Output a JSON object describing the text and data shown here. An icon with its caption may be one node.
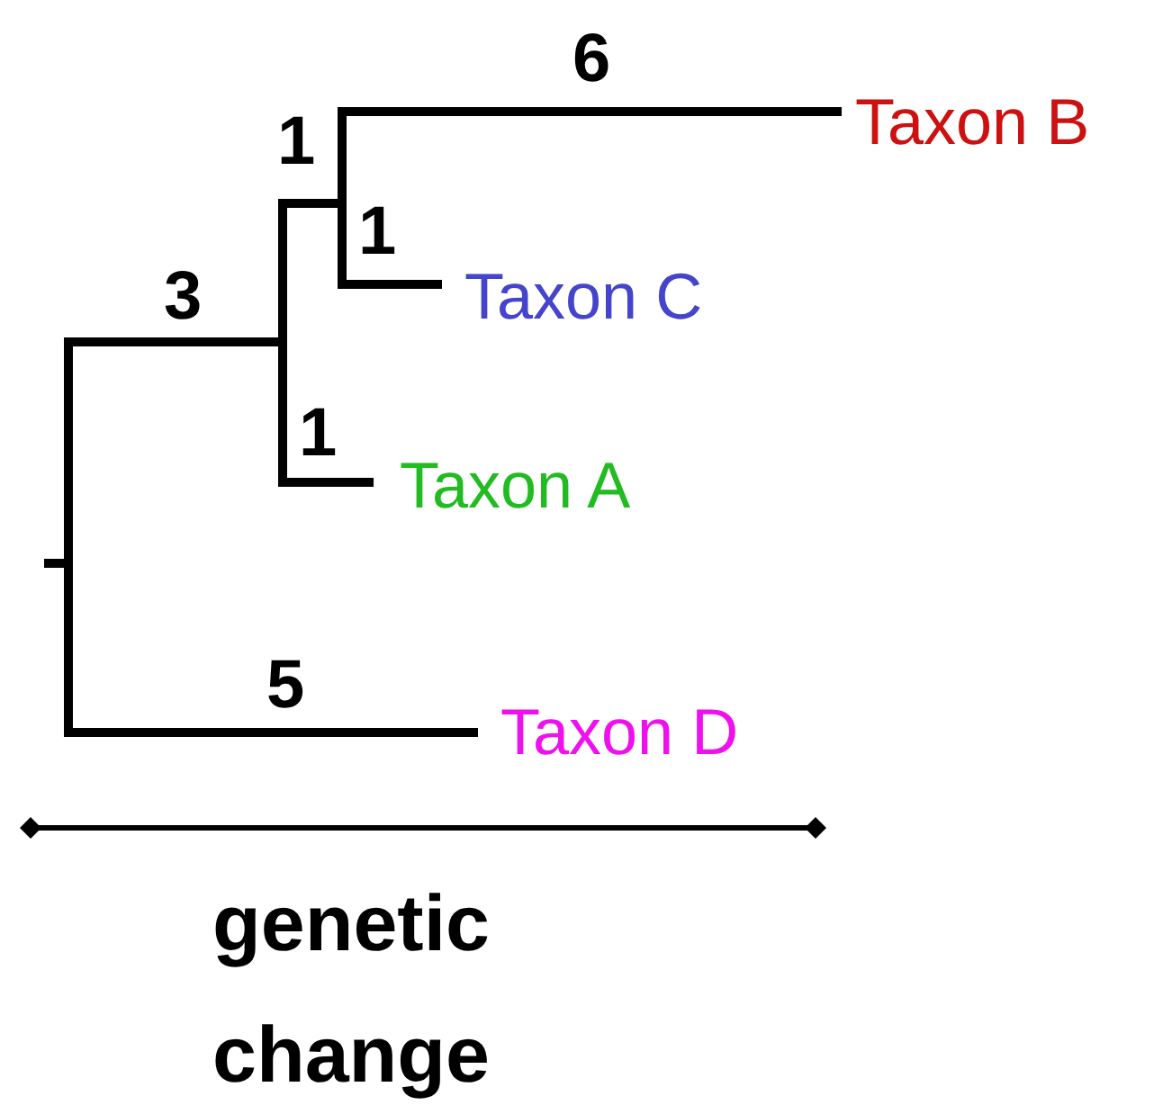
{
  "diagram": {
    "nodes": [
      {
        "text": [
          "Taxon B"
        ]
      },
      {
        "text": [
          "Taxon C"
        ]
      },
      {
        "text": [
          "Taxon A"
        ]
      },
      {
        "text": [
          "Taxon D"
        ]
      }
    ],
    "edges": [],
    "labels": [
      "6",
      "1",
      "1",
      "3",
      "1",
      "5",
      "genetic change"
    ]
  }
}
